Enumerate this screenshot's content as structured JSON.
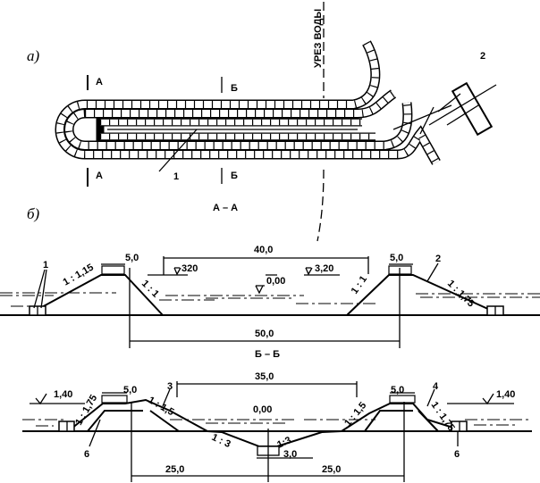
{
  "plan": {
    "label": "а)",
    "waterline_label": "УРЕЗ ВОДЫ",
    "section_a_top": "А",
    "section_a_bottom": "А",
    "section_b_top": "Б",
    "section_b_bottom": "Б",
    "callout_1": "1",
    "callout_2": "2"
  },
  "section_aa": {
    "label": "б)",
    "title": "А – А",
    "crest_left": "5,0",
    "crest_right": "5,0",
    "span_top": "40,0",
    "span_bottom": "50,0",
    "level_left": "320",
    "level_right": "3,20",
    "water_level": "0,00",
    "slope_outer_left": "1 : 1,15",
    "slope_inner_left": "1 : 1",
    "slope_inner_right": "1 : 1",
    "slope_outer_right": "1 : 1,75",
    "callout_1": "1",
    "callout_2": "2"
  },
  "section_bb": {
    "title": "Б – Б",
    "span_top": "35,0",
    "crest_left": "5,0",
    "crest_right": "5,0",
    "level_left": "1,40",
    "level_right": "1,40",
    "water_level": "0,00",
    "slope_outer_left": "1 : 1,75",
    "slope_inner_left": "1 : 1,5",
    "slope_canal_left": "1 : 3",
    "slope_canal_right": "1:3",
    "slope_inner_right": "1 : 1,5",
    "slope_outer_right": "1 : 1,75",
    "bottom_width": "3,0",
    "half_left": "25,0",
    "half_right": "25,0",
    "callout_3": "3",
    "callout_4": "4",
    "callout_6_left": "6",
    "callout_6_right": "6"
  }
}
